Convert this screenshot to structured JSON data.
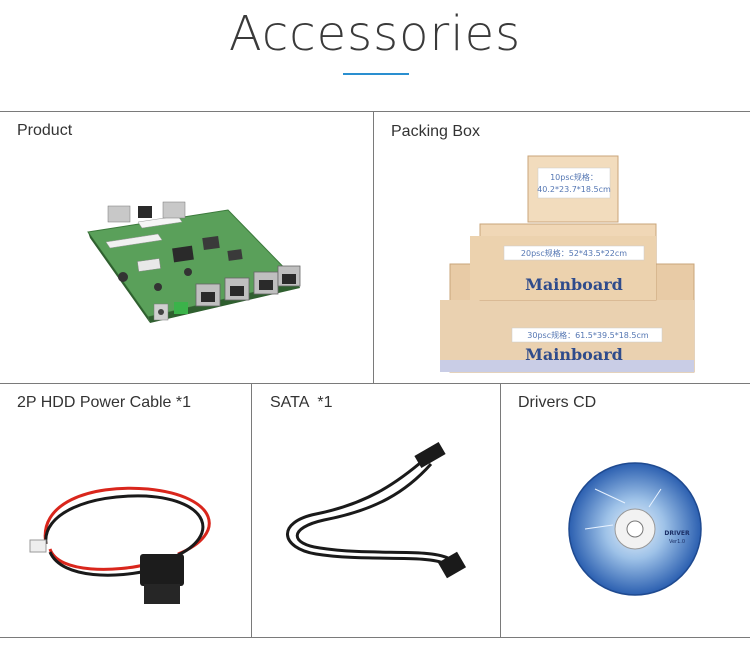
{
  "page": {
    "title": "Accessories"
  },
  "sections": {
    "product": {
      "label": "Product"
    },
    "packing_box": {
      "label": "Packing Box",
      "box_small_label": "10psc规格：\n40.2*23.7*18.5cm",
      "box_small_line1": "10psc规格：",
      "box_small_line2": "40.2*23.7*18.5cm",
      "box_medium_label": "20psc规格：52*43.5*22cm",
      "box_large_label": "30psc规格：61.5*39.5*18.5cm",
      "box_brand": "Mainboard"
    },
    "hdd_cable": {
      "label": "2P HDD Power Cable *1"
    },
    "sata": {
      "label": "SATA  *1"
    },
    "drivers_cd": {
      "label": "Drivers CD",
      "cd_text_line1": "DRIVER",
      "cd_text_line2": "Ver1.0"
    }
  },
  "colors": {
    "accent": "#2a8fd0",
    "cable_red": "#d9261c",
    "cable_black": "#1a1a1a",
    "cd_blue": "#2b5fb0",
    "box_brown": "#e7c7a0"
  }
}
